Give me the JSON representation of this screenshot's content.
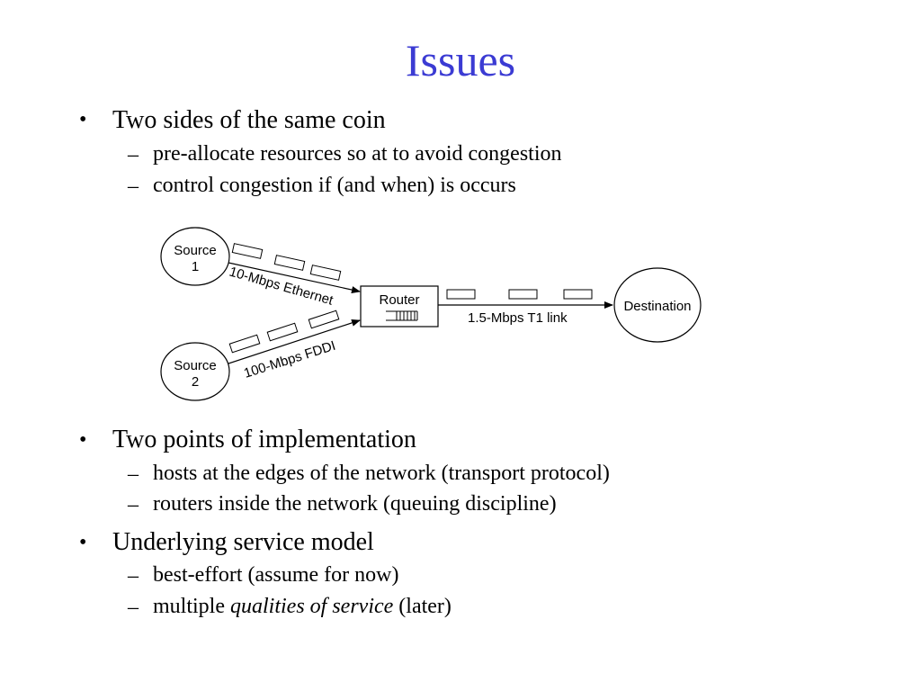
{
  "title": "Issues",
  "colors": {
    "title": "#3b3bd3",
    "text": "#000000",
    "background": "#ffffff"
  },
  "bullets": [
    {
      "text": "Two sides of the same coin",
      "subs": [
        "pre-allocate resources so at to avoid congestion",
        "control congestion if (and when) is occurs"
      ]
    },
    {
      "text": "Two points of implementation",
      "subs": [
        "hosts at the edges of the network (transport protocol)",
        "routers inside the network (queuing discipline)"
      ]
    },
    {
      "text": "Underlying service model",
      "subs": [
        "best-effort (assume for now)",
        {
          "prefix": "multiple ",
          "emphasis": "qualities of service",
          "suffix": " (later)"
        }
      ]
    }
  ],
  "diagram": {
    "source1": [
      "Source",
      "1"
    ],
    "source2": [
      "Source",
      "2"
    ],
    "router": "Router",
    "destination": "Destination",
    "link1": "10-Mbps Ethernet",
    "link2": "100-Mbps FDDI",
    "link3": "1.5-Mbps T1 link"
  }
}
